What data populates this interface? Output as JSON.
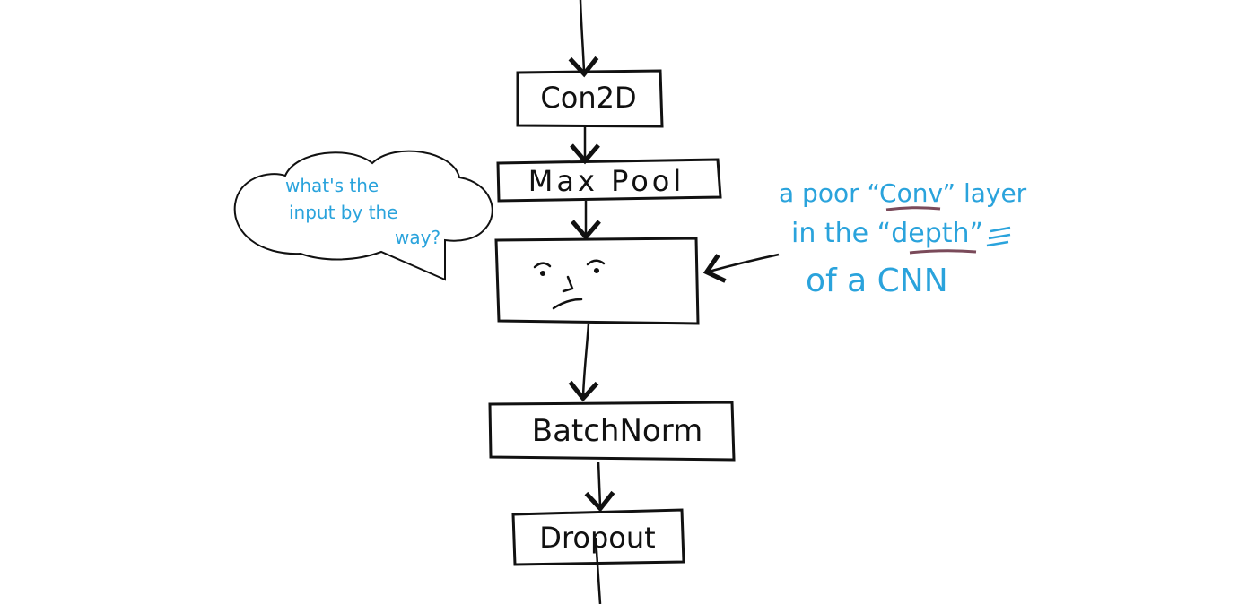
{
  "colors": {
    "ink": "#111111",
    "annotation": "#2aa3dc",
    "underline": "#7a4a5a"
  },
  "blocks": {
    "conv2d": "Con2D",
    "maxpool": "Max Pool",
    "face": "˙ⱼ ˙",
    "batchnorm": "BatchNorm",
    "dropout": "Dropout"
  },
  "speech_bubble": {
    "line1": "what's the",
    "line2": "input by the",
    "line3": "way?"
  },
  "note": {
    "line1_a": "a poor “",
    "line1_conv": "Conv",
    "line1_b": "” layer",
    "line2_a": "in the “",
    "line2_depth": "depth",
    "line2_b": "”",
    "line3": "of a CNN"
  }
}
